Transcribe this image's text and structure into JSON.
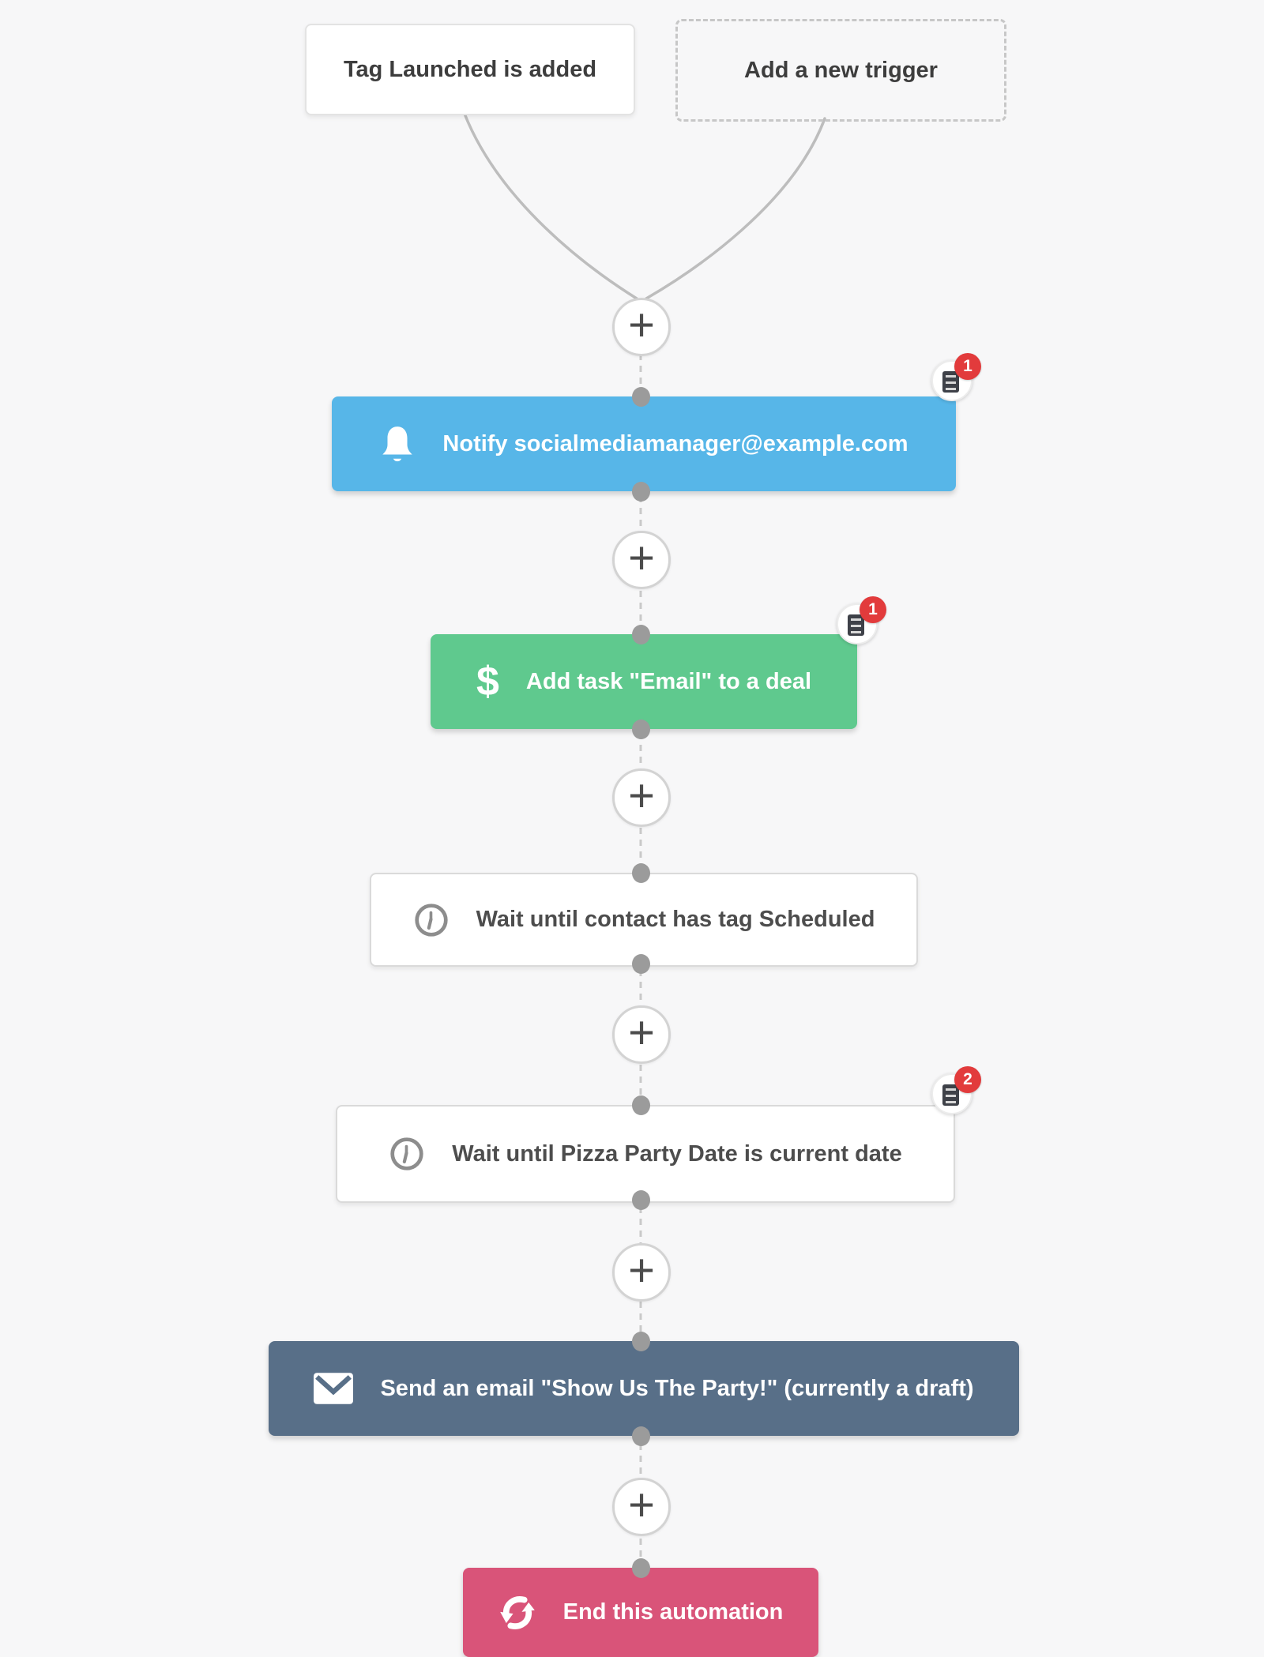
{
  "glyphs": {
    "plus": "+",
    "dollar": "$"
  },
  "colors": {
    "background": "#f7f7f8",
    "notify_blue": "#57b6e8",
    "deal_green": "#5fc98e",
    "email_slate": "#586f88",
    "end_pink": "#d95479",
    "badge_red": "#e23b3c",
    "connector_gray": "#c3c3c3"
  },
  "triggers": [
    {
      "label": "Tag Launched is added"
    },
    {
      "label": "Add a new trigger"
    }
  ],
  "nodes": [
    {
      "label": "Notify socialmediamanager@example.com",
      "icon": "bell-icon",
      "badge_count": "1"
    },
    {
      "label": "Add task \"Email\" to a deal",
      "icon": "dollar-icon",
      "badge_count": "1"
    },
    {
      "label": "Wait until contact has tag Scheduled",
      "icon": "clock-icon"
    },
    {
      "label": "Wait until Pizza Party Date is current date",
      "icon": "clock-icon",
      "badge_count": "2"
    },
    {
      "label": "Send an email \"Show Us The Party!\" (currently a draft)",
      "icon": "envelope-icon"
    },
    {
      "label": "End this automation",
      "icon": "refresh-icon"
    }
  ]
}
